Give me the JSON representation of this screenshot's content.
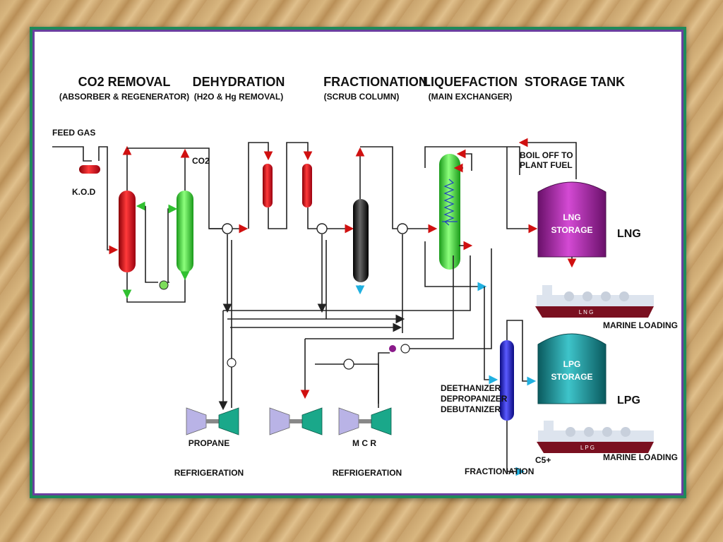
{
  "headers": {
    "co2_title": "CO2 REMOVAL",
    "co2_sub": "(ABSORBER & REGENERATOR)",
    "dehy_title": "DEHYDRATION",
    "dehy_sub": "(H2O & Hg REMOVAL)",
    "frac_title": "FRACTIONATION",
    "frac_sub": "(SCRUB COLUMN)",
    "liq_title": "LIQUEFACTION",
    "liq_sub": "(MAIN EXCHANGER)",
    "storage_title": "STORAGE TANK"
  },
  "labels": {
    "feed_gas": "FEED GAS",
    "kod": "K.O.D",
    "co2": "CO2",
    "boil_off_1": "BOIL OFF TO",
    "boil_off_2": "PLANT FUEL",
    "lng_tank_1": "LNG",
    "lng_tank_2": "STORAGE",
    "lng": "LNG",
    "lpg_tank_1": "LPG",
    "lpg_tank_2": "STORAGE",
    "lpg": "LPG",
    "marine_loading_1": "MARINE LOADING",
    "marine_loading_2": "MARINE LOADING",
    "ship1_text": "L   N   G",
    "ship2_text": "L   P   G",
    "column_1": "DEETHANIZER",
    "column_2": "DEPROPANIZER",
    "column_3": "DEBUTANIZER",
    "propane": "PROPANE",
    "mcr": "M C R",
    "refrigeration_1": "REFRIGERATION",
    "refrigeration_2": "REFRIGERATION",
    "fractionation": "FRACTIONATION",
    "c5": "C5+"
  },
  "colors": {
    "frame_border": "#1f8a5a",
    "red_vessel": "#e01b24",
    "green_vessel": "#4fe04a",
    "black_vessel": "#222222",
    "lng_tank": "#b52bb5",
    "lpg_tank": "#1f9aa0",
    "blue_column": "#2a2ae0",
    "compressor_teal": "#1aa88a",
    "compressor_lavender": "#b9b3e6",
    "arrow_red": "#d01010",
    "arrow_green": "#30c030",
    "arrow_cyan": "#20b0e0"
  }
}
